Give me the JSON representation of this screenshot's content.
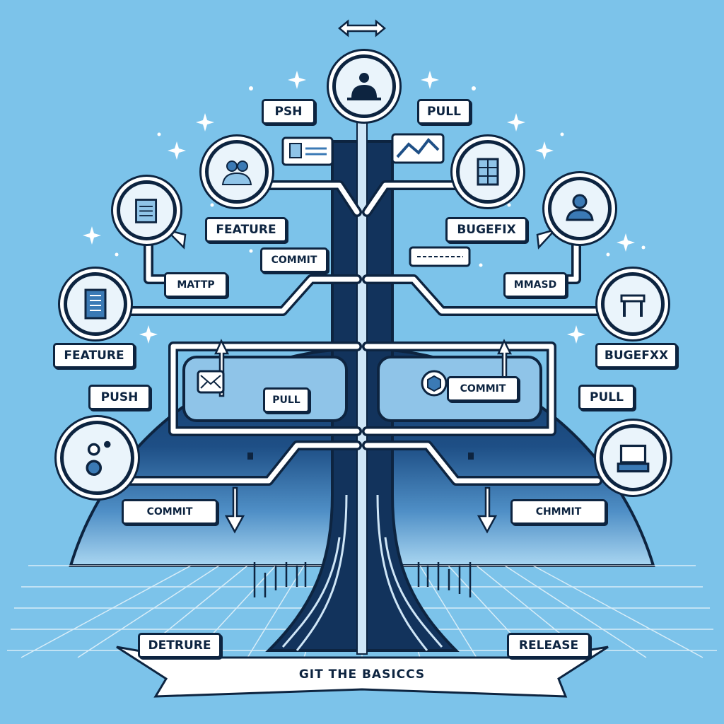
{
  "diagram": {
    "caption": "GIT THE BASICCS",
    "labels": {
      "psh": "PSH",
      "pull_top": "PULL",
      "feature_upper": "FEATURE",
      "bugefix_upper": "BUGEFIX",
      "commit_center_left": "COMMIT",
      "mattp": "MATTP",
      "mmasd": "MMASD",
      "feature_left": "FEATURE",
      "bugefxx_right": "BUGEFXX",
      "push_left": "PUSH",
      "pull_inner": "PULL",
      "commit_inner_right": "COMMIT",
      "pull_right": "PULL",
      "commit_bottom_left": "COMMIT",
      "commit_bottom_right": "CHMMIT",
      "detrure": "DETRURE",
      "release": "RELEASE"
    },
    "icons": [
      "cloud-user-icon",
      "team-icon",
      "document-icon",
      "book-icon",
      "branch-icon",
      "card-icon",
      "chart-icon",
      "grid-icon",
      "user-icon",
      "desk-icon",
      "computer-icon",
      "mail-icon",
      "package-icon"
    ],
    "colors": {
      "background": "#7cc3ea",
      "dark": "#0d2440",
      "navy": "#1e4f86",
      "mid": "#3b7ab5",
      "light": "#eaf4fb"
    }
  }
}
